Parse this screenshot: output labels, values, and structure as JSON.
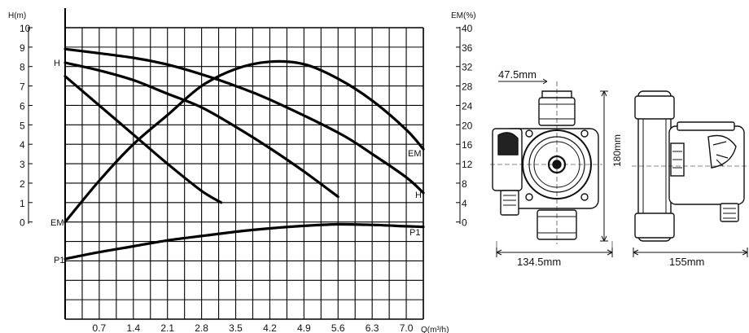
{
  "chart_data": {
    "type": "line",
    "title": "",
    "xlabel": "Q(m³/h)",
    "ylabel_left": "H(m)",
    "ylabel_right": "EM(%)",
    "x_ticks": [
      "0.7",
      "1.4",
      "2.1",
      "2.8",
      "3.5",
      "4.2",
      "4.9",
      "5.6",
      "6.3",
      "7.0"
    ],
    "y_left_ticks": [
      "0",
      "1",
      "2",
      "3",
      "4",
      "5",
      "6",
      "7",
      "8",
      "9",
      "10"
    ],
    "y_right_ticks": [
      "0",
      "4",
      "8",
      "12",
      "16",
      "20",
      "24",
      "28",
      "32",
      "36",
      "40"
    ],
    "xlim": [
      0,
      7.35
    ],
    "ylim_left": [
      -5,
      10
    ],
    "ylim_right": [
      0,
      40
    ],
    "grid": true,
    "series": [
      {
        "name": "H",
        "axis": "left",
        "x": [
          0,
          1.4,
          2.1,
          2.8,
          3.5,
          4.2,
          5.6,
          6.3,
          7.0,
          7.35
        ],
        "y": [
          8.9,
          8.45,
          8.1,
          7.6,
          7.0,
          6.3,
          4.6,
          3.5,
          2.3,
          1.5
        ]
      },
      {
        "name": "",
        "axis": "left",
        "x": [
          0,
          0.7,
          1.4,
          2.1,
          2.8,
          3.5,
          4.2,
          4.9,
          5.6
        ],
        "y": [
          8.2,
          7.8,
          7.3,
          6.6,
          5.9,
          4.9,
          3.8,
          2.6,
          1.3
        ]
      },
      {
        "name": "",
        "axis": "left",
        "x": [
          0,
          0.7,
          1.4,
          2.1,
          2.8,
          3.2
        ],
        "y": [
          7.5,
          6.0,
          4.5,
          3.0,
          1.6,
          1.0
        ]
      },
      {
        "name": "EM",
        "axis": "right",
        "x": [
          0,
          0.7,
          1.4,
          2.1,
          2.8,
          3.5,
          4.2,
          4.9,
          5.6,
          6.3,
          7.0,
          7.35
        ],
        "y": [
          0,
          8.5,
          16,
          22,
          28,
          31.5,
          33,
          32.5,
          29.5,
          25,
          19,
          15
        ]
      },
      {
        "name": "P1",
        "axis": "left",
        "x": [
          0,
          0.7,
          1.4,
          2.1,
          2.8,
          3.5,
          4.2,
          4.9,
          5.6,
          6.3,
          7.0,
          7.35
        ],
        "y": [
          -1.9,
          -1.55,
          -1.25,
          -0.95,
          -0.72,
          -0.5,
          -0.33,
          -0.2,
          -0.12,
          -0.15,
          -0.22,
          -0.25
        ]
      }
    ],
    "curve_labels": {
      "H_left": "H",
      "H_right": "H",
      "EM_left": "EM",
      "EM_right": "EM",
      "P1_left": "P1",
      "P1_right": "P1"
    }
  },
  "dimensions": {
    "flange_label": "47.5mm",
    "height_label": "180mm",
    "width_front_label": "134.5mm",
    "width_side_label": "155mm"
  }
}
